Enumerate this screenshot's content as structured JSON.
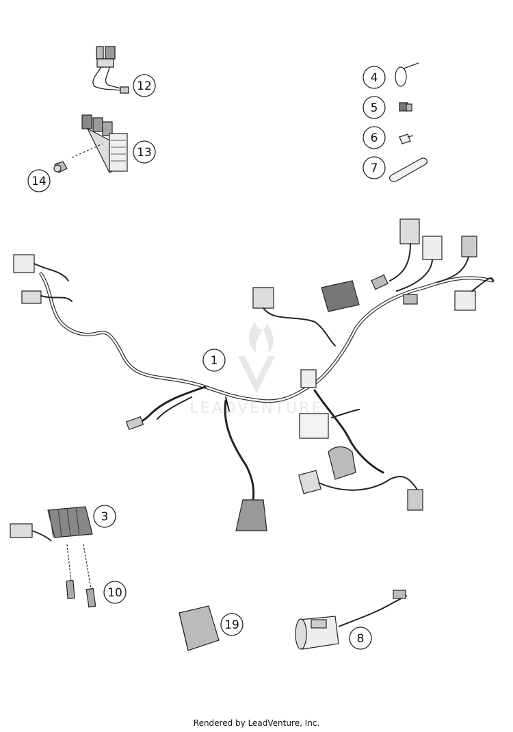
{
  "diagram": {
    "watermark": "LEADVENTURE",
    "callouts": [
      "1",
      "3",
      "4",
      "5",
      "6",
      "7",
      "8",
      "10",
      "12",
      "13",
      "14",
      "19"
    ]
  },
  "footer": {
    "text": "Rendered by LeadVenture, Inc."
  }
}
